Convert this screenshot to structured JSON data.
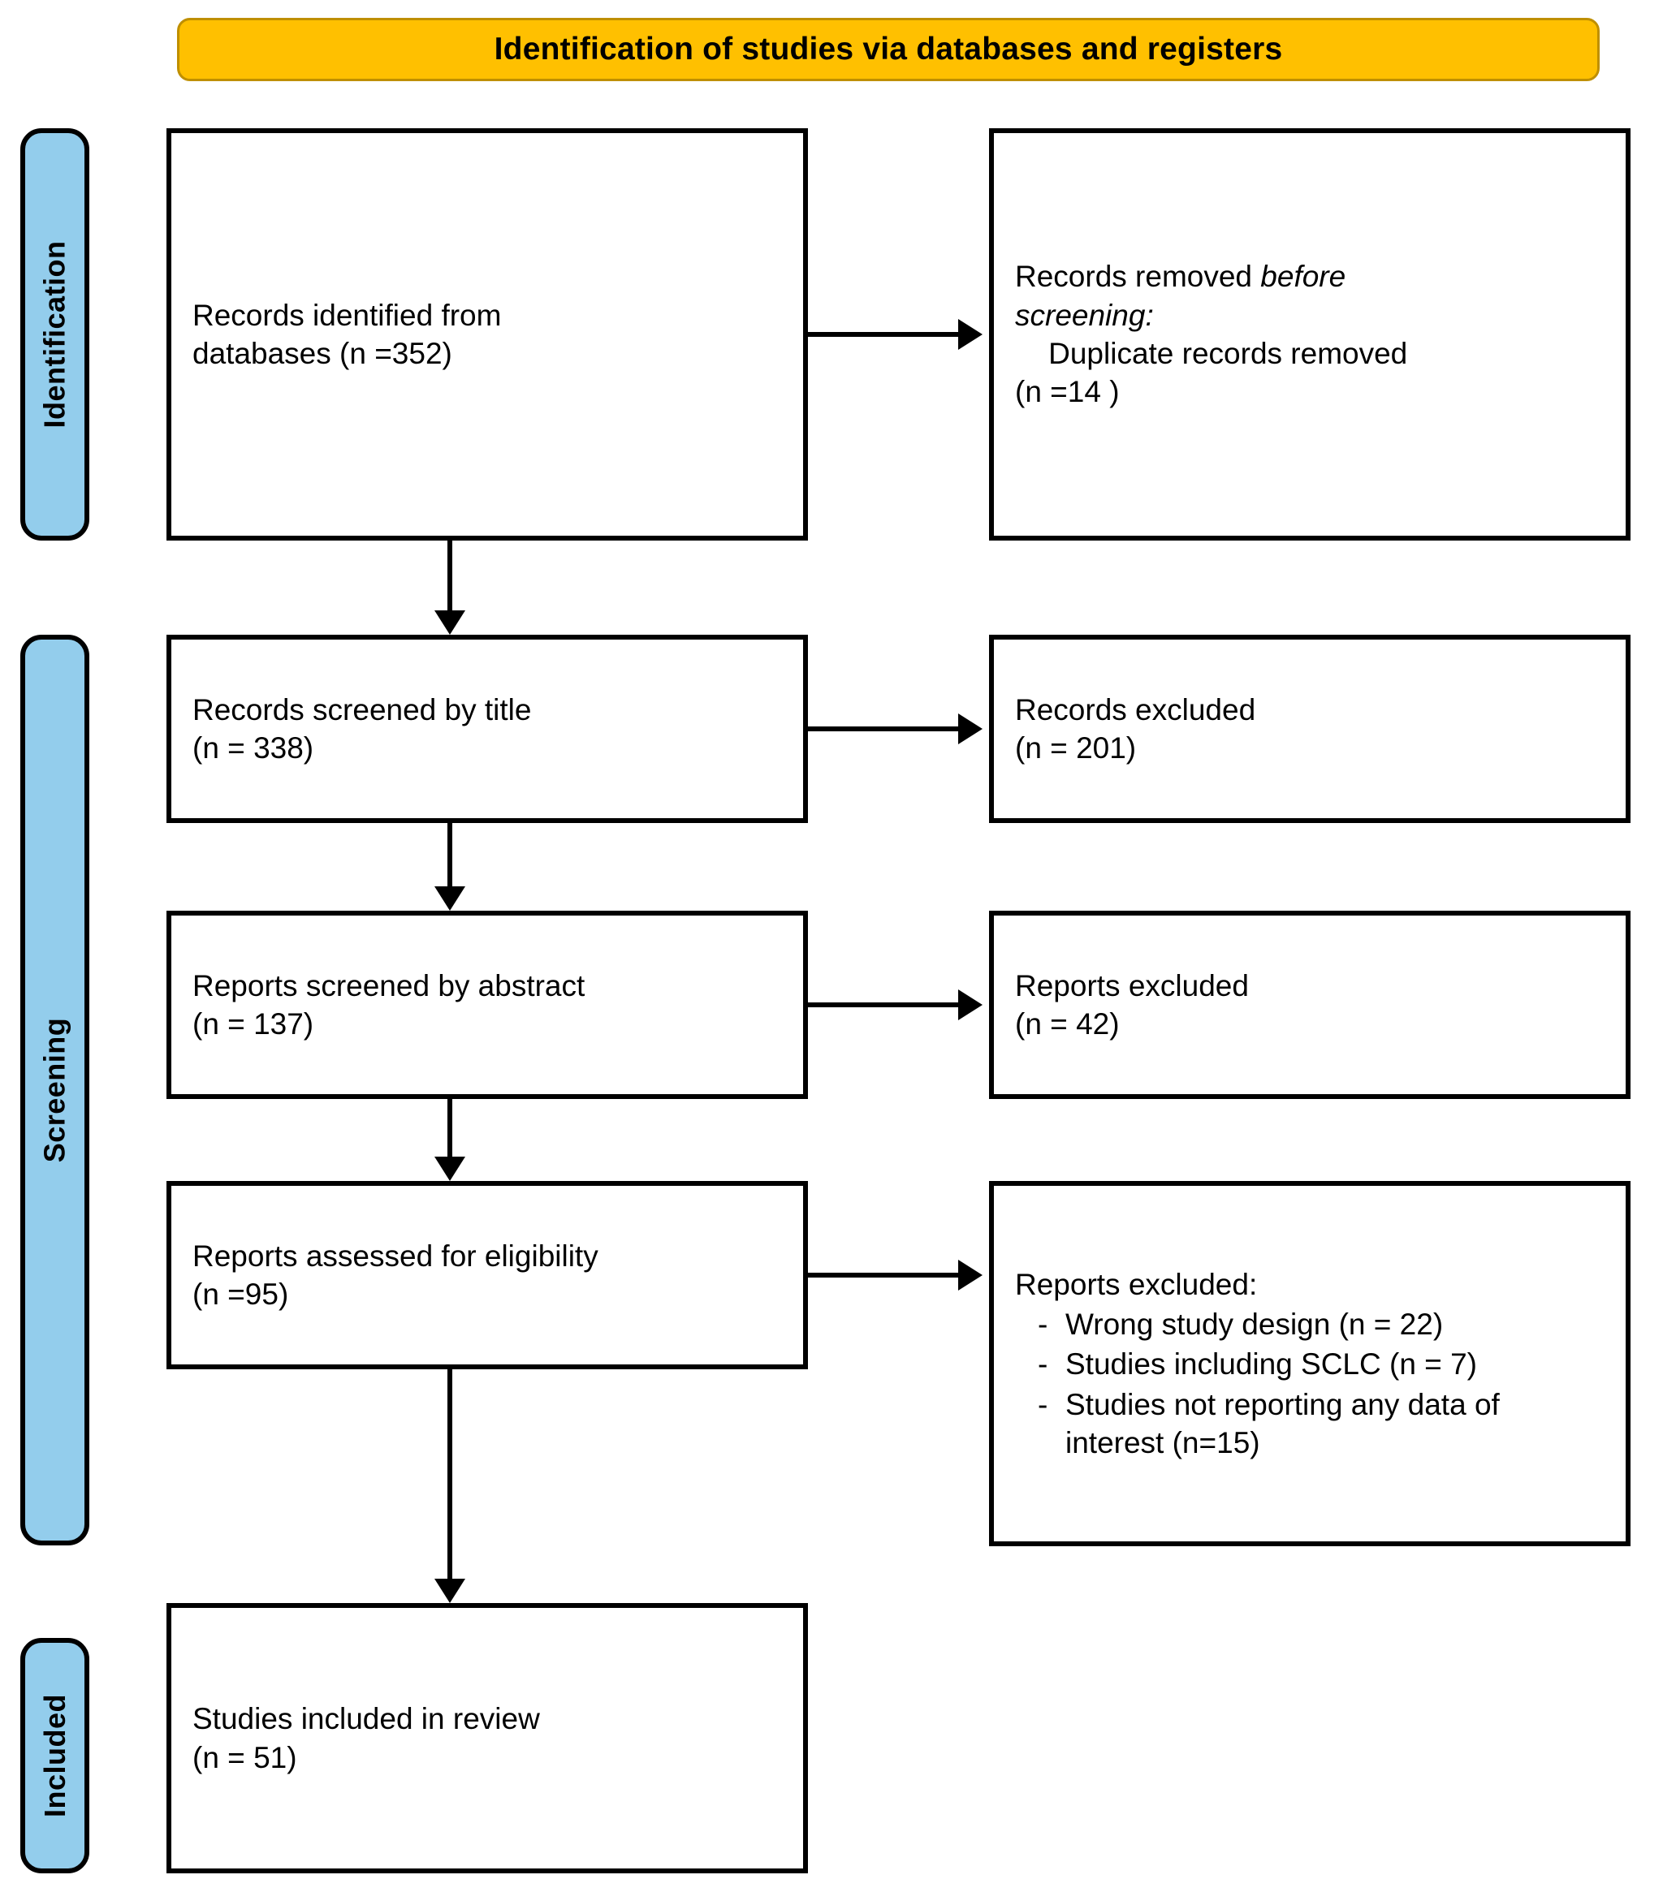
{
  "banner": {
    "title": "Identification of studies via databases and registers",
    "bg_color": "#FFC000"
  },
  "stages": {
    "bg_color": "#93CDEC",
    "identification": "Identification",
    "screening": "Screening",
    "included": "Included"
  },
  "boxes": {
    "records_identified": "Records identified from\ndatabases (n =352)",
    "records_removed_line1": "Records removed ",
    "records_removed_italic": "before\nscreening",
    "records_removed_colon": ":",
    "records_removed_rest": "\n    Duplicate records removed\n(n =14 )",
    "records_screened": "Records screened by title\n(n = 338)",
    "records_excluded": "Records excluded\n(n = 201)",
    "reports_screened": "Reports screened by abstract\n(n = 137)",
    "reports_excluded": "Reports excluded\n(n = 42)",
    "reports_assessed": "Reports assessed for eligibility\n(n =95)",
    "studies_included": "Studies included in review\n(n = 51)"
  },
  "reports_excluded_detail": {
    "heading": "Reports excluded:",
    "bullet_marker": "-",
    "items": [
      "Wrong study design (n = 22)",
      "Studies including SCLC (n = 7)",
      "Studies not reporting any data of interest (n=15)"
    ]
  }
}
